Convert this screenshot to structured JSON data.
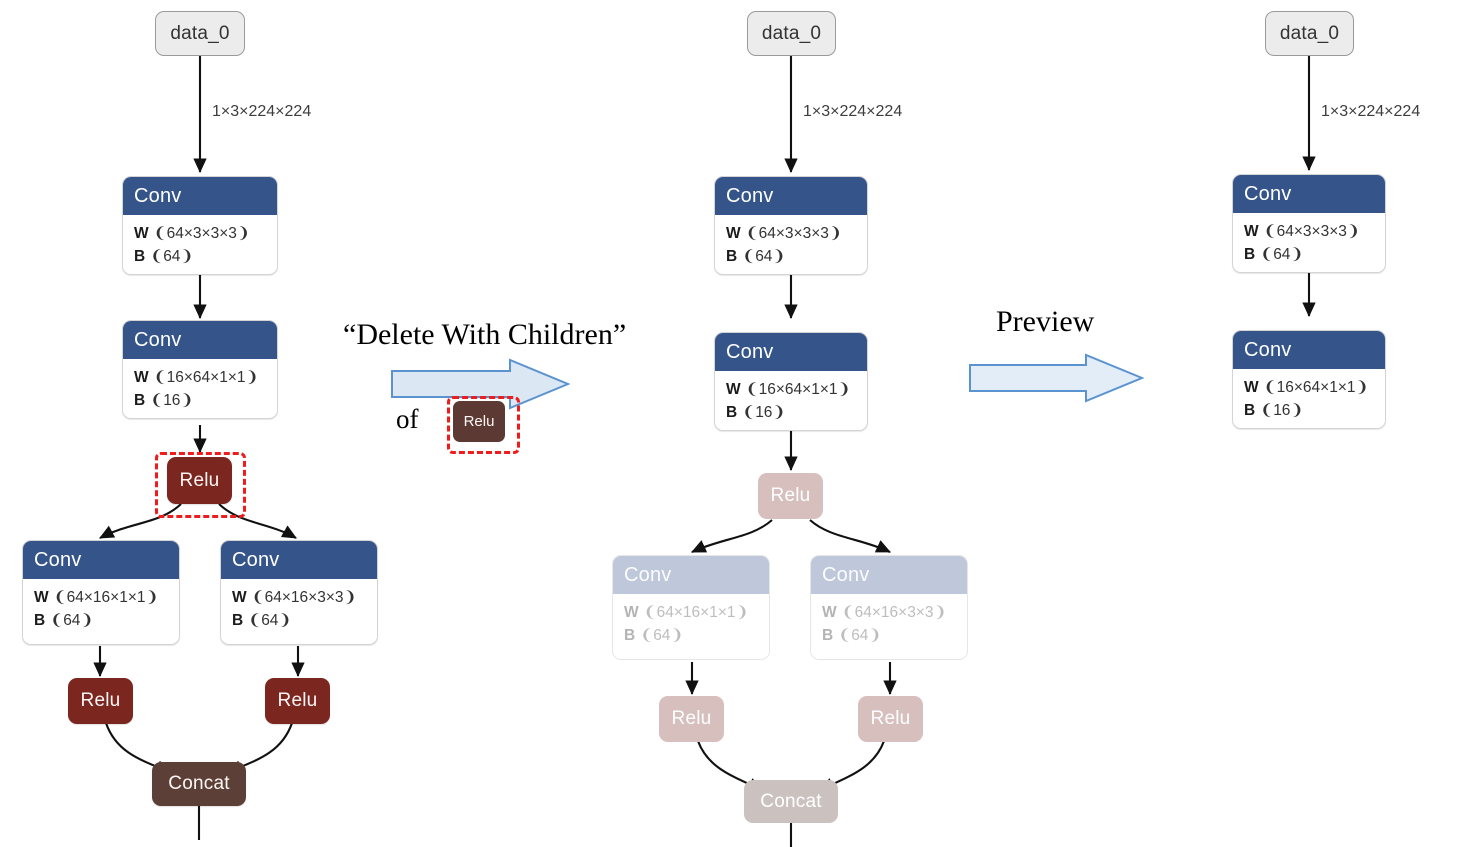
{
  "figure": {
    "type": "diagram",
    "description": "ONNX graph editor: Delete With Children operation on a Relu node, shown as before / preview / after"
  },
  "colors": {
    "conv_header": "#35558a",
    "relu": "#7b2720",
    "concat": "#5c4038",
    "io_node": "#ececec",
    "selection": "#ee1c1c",
    "arrow_fill": "#dce7f4",
    "arrow_stroke": "#5b93d1",
    "ghost_conv_header": "#bfc8da",
    "ghost_relu": "#d6bfbd",
    "ghost_concat": "#cbc2bf"
  },
  "labels": {
    "data_node": "data_0",
    "conv": "Conv",
    "relu": "Relu",
    "concat": "Concat",
    "weight_key": "W",
    "bias_key": "B",
    "input_shape": "1×3×224×224",
    "w_conv1": "❨64×3×3×3❩",
    "b_conv1": "❨64❩",
    "w_conv2": "❨16×64×1×1❩",
    "b_conv2": "❨16❩",
    "w_conv3": "❨64×16×1×1❩",
    "b_conv3": "❨64❩",
    "w_conv4": "❨64×16×3×3❩",
    "b_conv4": "❨64❩"
  },
  "annotations": {
    "delete_with_children": "“Delete With Children”",
    "of": "of",
    "mini_relu": "Relu",
    "preview": "Preview"
  },
  "graphs": [
    {
      "id": "before",
      "title": "before",
      "nodes": [
        {
          "name": "data_0",
          "type": "io"
        },
        {
          "name": "Conv",
          "type": "op",
          "w": "❨64×3×3×3❩",
          "b": "❨64❩"
        },
        {
          "name": "Conv",
          "type": "op",
          "w": "❨16×64×1×1❩",
          "b": "❨16❩"
        },
        {
          "name": "Relu",
          "type": "act",
          "selected": true
        },
        {
          "name": "Conv",
          "type": "op",
          "w": "❨64×16×1×1❩",
          "b": "❨64❩"
        },
        {
          "name": "Conv",
          "type": "op",
          "w": "❨64×16×3×3❩",
          "b": "❨64❩"
        },
        {
          "name": "Relu",
          "type": "act"
        },
        {
          "name": "Relu",
          "type": "act"
        },
        {
          "name": "Concat",
          "type": "concat"
        }
      ]
    },
    {
      "id": "preview",
      "title": "preview",
      "nodes": [
        {
          "name": "data_0",
          "type": "io"
        },
        {
          "name": "Conv",
          "type": "op",
          "w": "❨64×3×3×3❩",
          "b": "❨64❩"
        },
        {
          "name": "Conv",
          "type": "op",
          "w": "❨16×64×1×1❩",
          "b": "❨16❩"
        },
        {
          "name": "Relu",
          "type": "act",
          "ghost": true
        },
        {
          "name": "Conv",
          "type": "op",
          "w": "❨64×16×1×1❩",
          "b": "❨64❩",
          "ghost": true
        },
        {
          "name": "Conv",
          "type": "op",
          "w": "❨64×16×3×3❩",
          "b": "❨64❩",
          "ghost": true
        },
        {
          "name": "Relu",
          "type": "act",
          "ghost": true
        },
        {
          "name": "Relu",
          "type": "act",
          "ghost": true
        },
        {
          "name": "Concat",
          "type": "concat",
          "ghost": true
        }
      ]
    },
    {
      "id": "after",
      "title": "after",
      "nodes": [
        {
          "name": "data_0",
          "type": "io"
        },
        {
          "name": "Conv",
          "type": "op",
          "w": "❨64×3×3×3❩",
          "b": "❨64❩"
        },
        {
          "name": "Conv",
          "type": "op",
          "w": "❨16×64×1×1❩",
          "b": "❨16❩"
        }
      ]
    }
  ]
}
